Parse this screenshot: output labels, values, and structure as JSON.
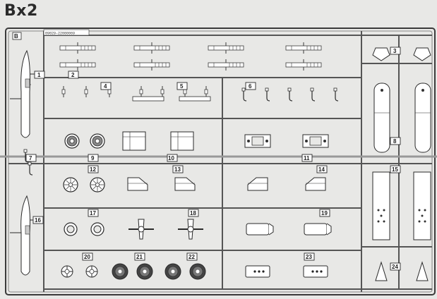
{
  "title": "Bx2",
  "frame_code": "09029-22080069",
  "frame_letter": "B",
  "colors": {
    "line": "#3a3a3a",
    "bg": "#e8e8e6",
    "fill": "#ffffff",
    "dark": "#555555"
  },
  "part_numbers": [
    "1",
    "2",
    "3",
    "4",
    "5",
    "6",
    "7",
    "8",
    "9",
    "10",
    "11",
    "12",
    "13",
    "14",
    "15",
    "16",
    "17",
    "18",
    "19",
    "20",
    "21",
    "22",
    "23",
    "24"
  ]
}
